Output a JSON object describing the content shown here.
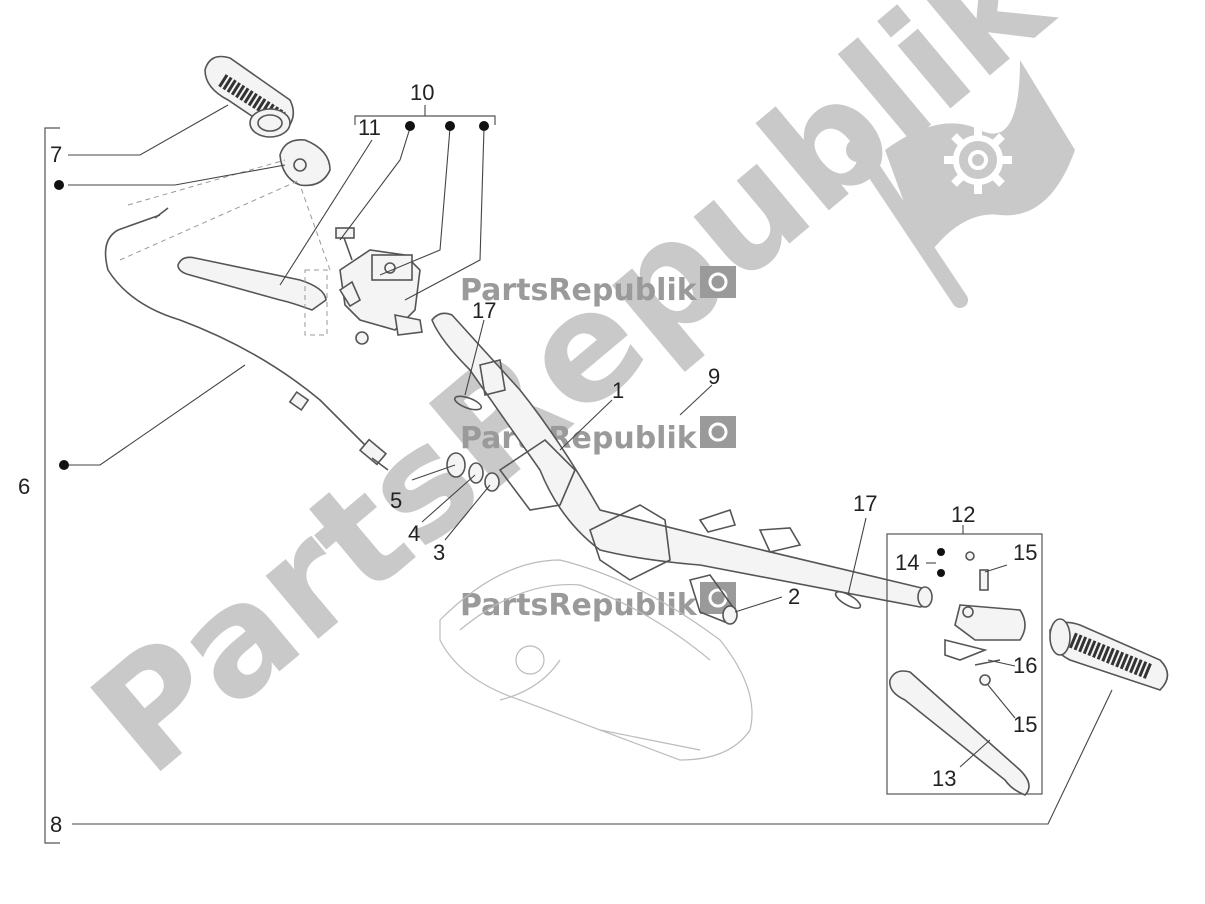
{
  "watermark": {
    "large_text": "PartsRepublik",
    "small_text": "PartsRepublik",
    "logo_icon": "gear-flag-icon",
    "gear_icon": "gear-icon"
  },
  "callouts": {
    "c1": "1",
    "c2": "2",
    "c3": "3",
    "c4": "4",
    "c5": "5",
    "c6": "6",
    "c7": "7",
    "c8": "8",
    "c9": "9",
    "c10": "10",
    "c11": "11",
    "c12": "12",
    "c13": "13",
    "c14": "14",
    "c15a": "15",
    "c15b": "15",
    "c16": "16",
    "c17a": "17",
    "c17b": "17"
  },
  "colors": {
    "watermark_large": "#c9c9c9",
    "watermark_small": "#9a9a9a",
    "line_art": "#555555",
    "labels": "#222222"
  }
}
